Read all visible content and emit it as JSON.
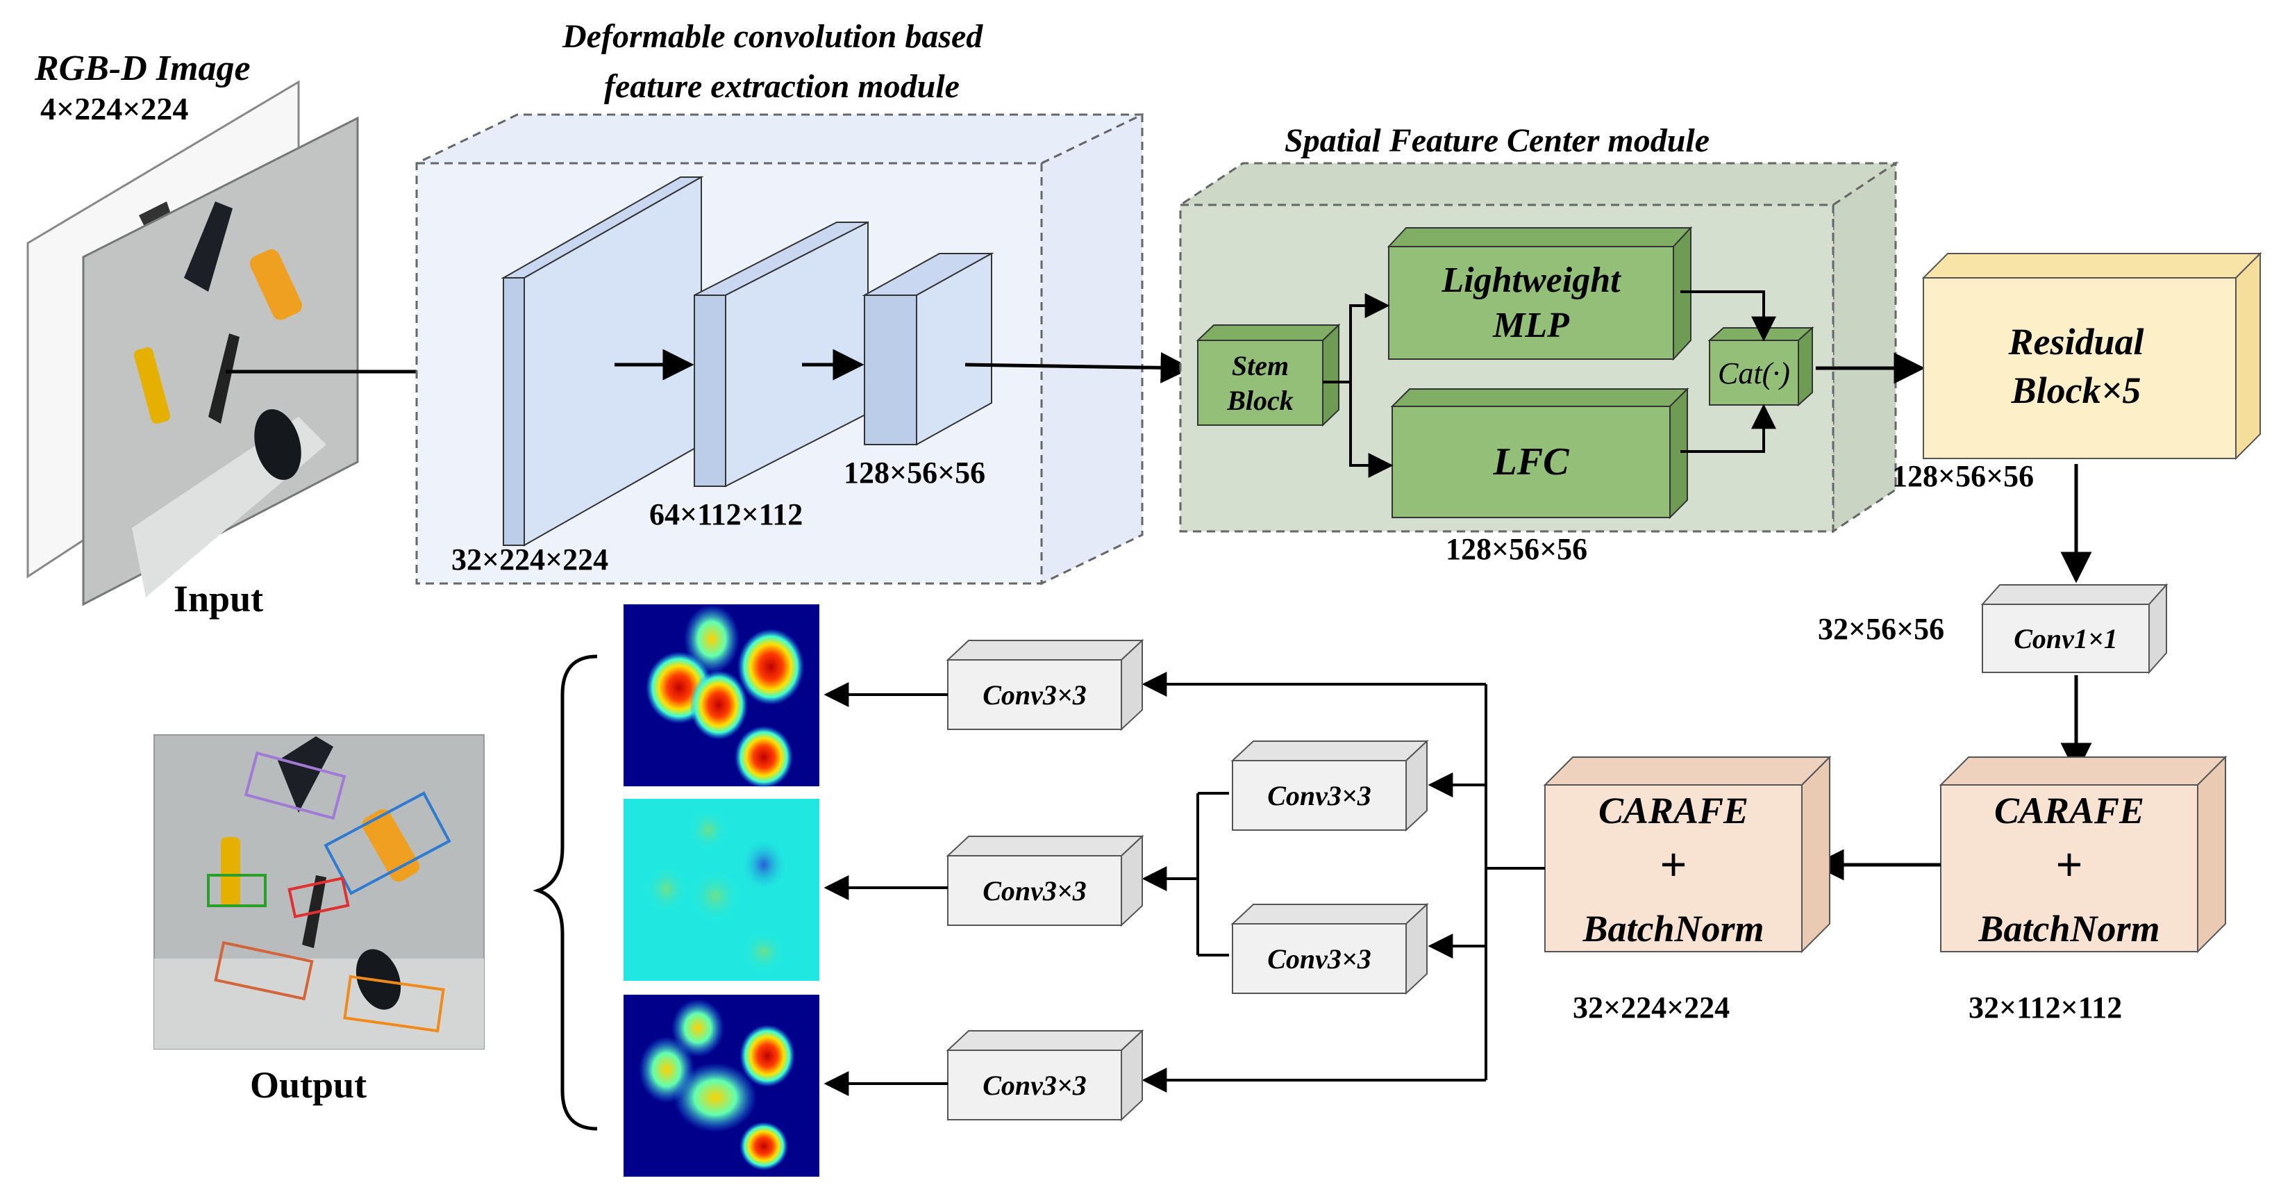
{
  "input": {
    "title": "RGB-D Image",
    "dims": "4×224×224",
    "label": "Input"
  },
  "feature_module": {
    "title_line1": "Deformable convolution based",
    "title_line2": "feature extraction module",
    "dim1": "32×224×224",
    "dim2": "64×112×112",
    "dim3": "128×56×56"
  },
  "sfc_module": {
    "title": "Spatial Feature Center module",
    "stem_line1": "Stem",
    "stem_line2": "Block",
    "mlp_line1": "Lightweight",
    "mlp_line2": "MLP",
    "lfc": "LFC",
    "cat": "Cat(·)",
    "dims": "128×56×56"
  },
  "residual": {
    "line1": "Residual",
    "line2": "Block×5",
    "dims": "128×56×56"
  },
  "conv1x1": {
    "label": "Conv1×1",
    "dims": "32×56×56"
  },
  "carafe_right": {
    "line1": "CARAFE",
    "plus": "+",
    "line2": "BatchNorm",
    "dims": "32×112×112"
  },
  "carafe_left": {
    "line1": "CARAFE",
    "plus": "+",
    "line2": "BatchNorm",
    "dims": "32×224×224"
  },
  "conv3x3": {
    "label": "Conv3×3"
  },
  "output": {
    "label": "Output"
  },
  "colors": {
    "feature_bg": "#eef2fa",
    "feature_block": "#d6e2f5",
    "sfc_bg": "#d5dfd0",
    "green_block": "#93bf79",
    "residual": "#fdefc8",
    "carafe": "#f8e3d3",
    "conv_gray": "#f1f1f1"
  }
}
